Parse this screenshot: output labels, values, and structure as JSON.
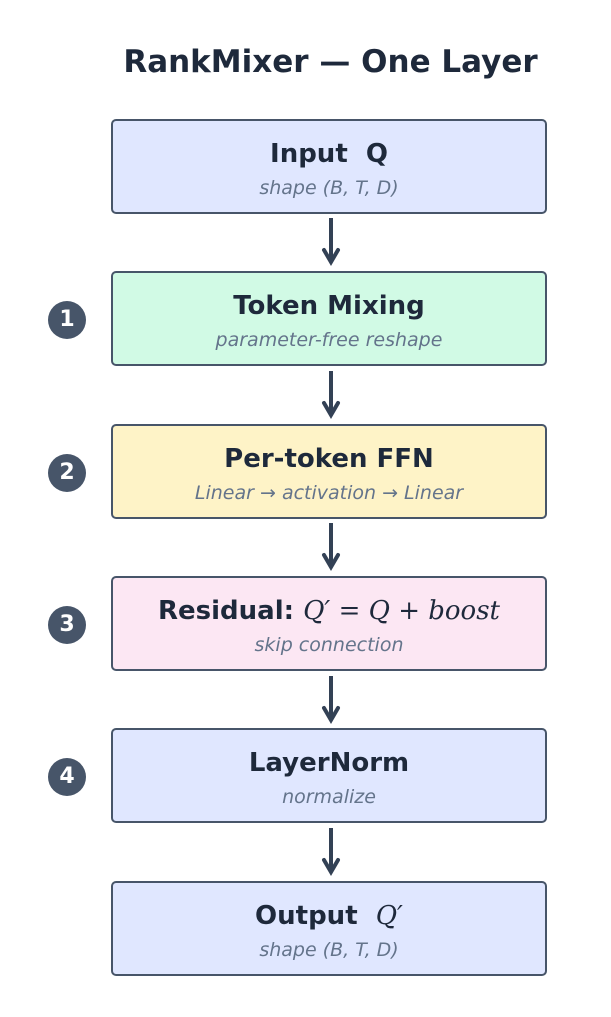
{
  "title": "RankMixer — One Layer",
  "steps": [
    {
      "label": "Input",
      "label_math": "Q",
      "subtitle": "shape (B, T, D)",
      "badge": "",
      "fill": "#e0e7ff"
    },
    {
      "label": "Token Mixing",
      "label_math": "",
      "subtitle": "parameter-free reshape",
      "badge": "1",
      "fill": "#d1fae5"
    },
    {
      "label": "Per-token FFN",
      "label_math": "",
      "subtitle": "Linear → activation → Linear",
      "badge": "2",
      "fill": "#fef3c7"
    },
    {
      "label": "Residual:",
      "label_math": "Q′ = Q + boost",
      "subtitle": "skip connection",
      "badge": "3",
      "fill": "#fce7f3"
    },
    {
      "label": "LayerNorm",
      "label_math": "",
      "subtitle": "normalize",
      "badge": "4",
      "fill": "#e0e7ff"
    },
    {
      "label": "Output",
      "label_math": "Q′",
      "subtitle": "shape (B, T, D)",
      "badge": "",
      "fill": "#e0e7ff"
    }
  ],
  "colors": {
    "border": "#475569",
    "arrow": "#334155",
    "badge": "#475569",
    "title": "#1e293b",
    "subtitle": "#64748b"
  }
}
